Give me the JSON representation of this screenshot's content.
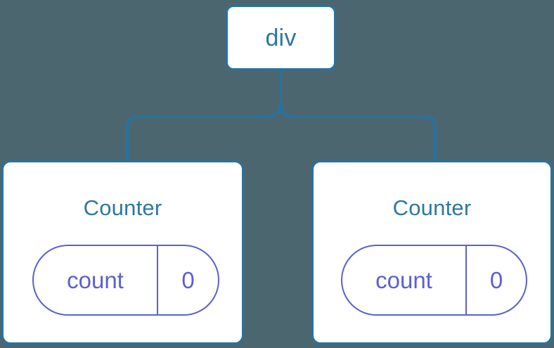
{
  "diagram": {
    "type": "component-tree",
    "background_color": "#4c6670",
    "node_border_color": "#2673a0",
    "node_fill_color": "#ffffff",
    "connector_color": "#2673a0",
    "title_text_color": "#2e77a0",
    "state_pill_color": "#5c5fd4",
    "root": {
      "label": "div"
    },
    "children": [
      {
        "title": "Counter",
        "state": {
          "key": "count",
          "value": "0"
        }
      },
      {
        "title": "Counter",
        "state": {
          "key": "count",
          "value": "0"
        }
      }
    ]
  }
}
